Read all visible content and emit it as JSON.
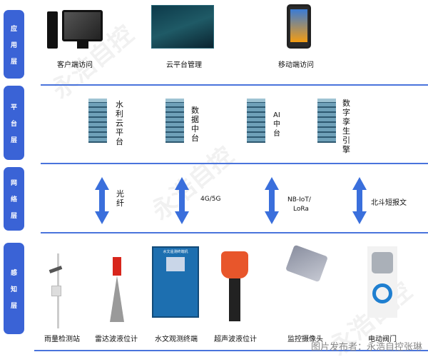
{
  "layers": [
    {
      "name": "application",
      "chars": [
        "应",
        "用",
        "层"
      ]
    },
    {
      "name": "platform",
      "chars": [
        "平",
        "台",
        "层"
      ]
    },
    {
      "name": "network",
      "chars": [
        "网",
        "络",
        "层"
      ]
    },
    {
      "name": "perception",
      "chars": [
        "感",
        "知",
        "层"
      ]
    }
  ],
  "application": [
    "客户端访问",
    "云平台管理",
    "移动端访问"
  ],
  "platform": [
    "水利云平台",
    "数据中台",
    "AI中台",
    "数字孪生引擎"
  ],
  "network": [
    "光纤",
    "4G/5G",
    "NB-IoT/",
    "LoRa",
    "北斗短报文"
  ],
  "perception": [
    "雨量检测站",
    "雷达波液位计",
    "水文观测终端",
    "超声波液位计",
    "监控摄像头",
    "电动阀门"
  ],
  "device_screen_title": "水文遥测终端机",
  "watermark": "永浩自控",
  "credit": "图片发布者：永浩自控张琳",
  "colors": {
    "accent": "#3a63d6",
    "line": "#4a74dc"
  }
}
